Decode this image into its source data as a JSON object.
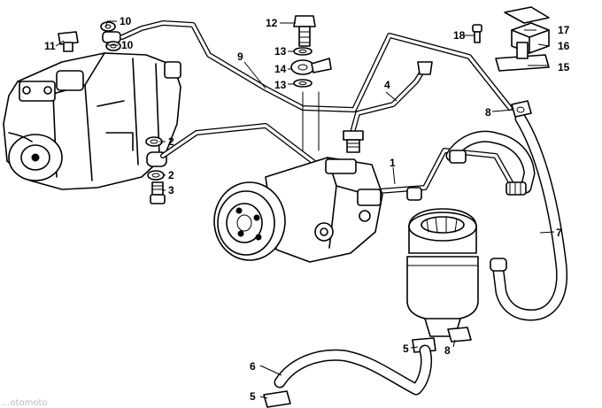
{
  "callouts": {
    "c10a": "10",
    "c10b": "10",
    "c11": "11",
    "c12": "12",
    "c13a": "13",
    "c13b": "13",
    "c14": "14",
    "c9": "9",
    "c2a": "2",
    "c2b": "2",
    "c3": "3",
    "c4": "4",
    "c1": "1",
    "c8a": "8",
    "c8b": "8",
    "c7": "7",
    "c17": "17",
    "c18": "18",
    "c16": "16",
    "c15": "15",
    "c5a": "5",
    "c5b": "5",
    "c6": "6"
  },
  "parts": {
    "steering_gear": "steering-gear-box",
    "pump": "power-steering-pump",
    "reservoir": "oil-reservoir",
    "bracket": "reservoir-bracket"
  },
  "watermark": "...otomoto"
}
